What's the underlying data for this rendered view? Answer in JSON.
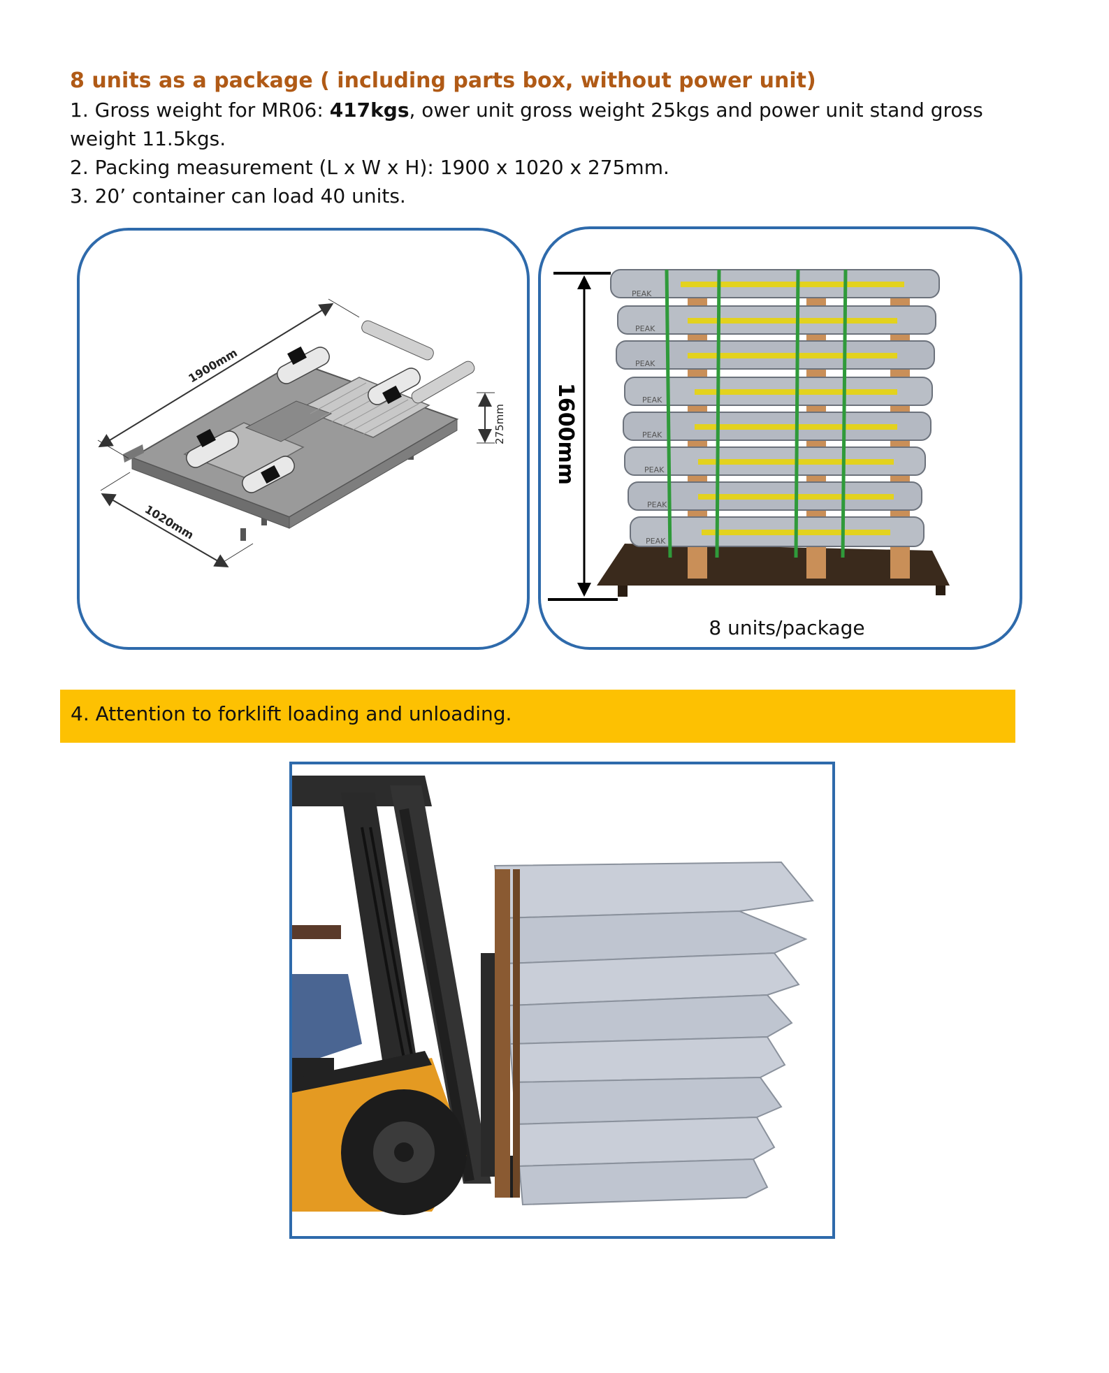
{
  "heading": "8 units as a package ( including parts box, without power unit)",
  "specs": {
    "line1_prefix": "1. Gross weight for MR06: ",
    "line1_bold": "417kgs",
    "line1_suffix": ", ower unit gross weight 25kgs and power unit stand gross",
    "line1_cont": "weight 11.5kgs.",
    "line2": "2. Packing measurement (L x W x H): 1900 x 1020 x 275mm.",
    "line3": "3. 20’ container can load 40 units."
  },
  "diagram": {
    "length_label": "1900mm",
    "width_label": "1020mm",
    "height_label": "275mm"
  },
  "stack": {
    "height_label": "1600mm",
    "caption": "8 units/package",
    "brand": "PEAK"
  },
  "attention": "4. Attention to forklift loading and unloading.",
  "colors": {
    "heading": "#b05a16",
    "frame": "#2e6aab",
    "banner": "#fdc102"
  }
}
